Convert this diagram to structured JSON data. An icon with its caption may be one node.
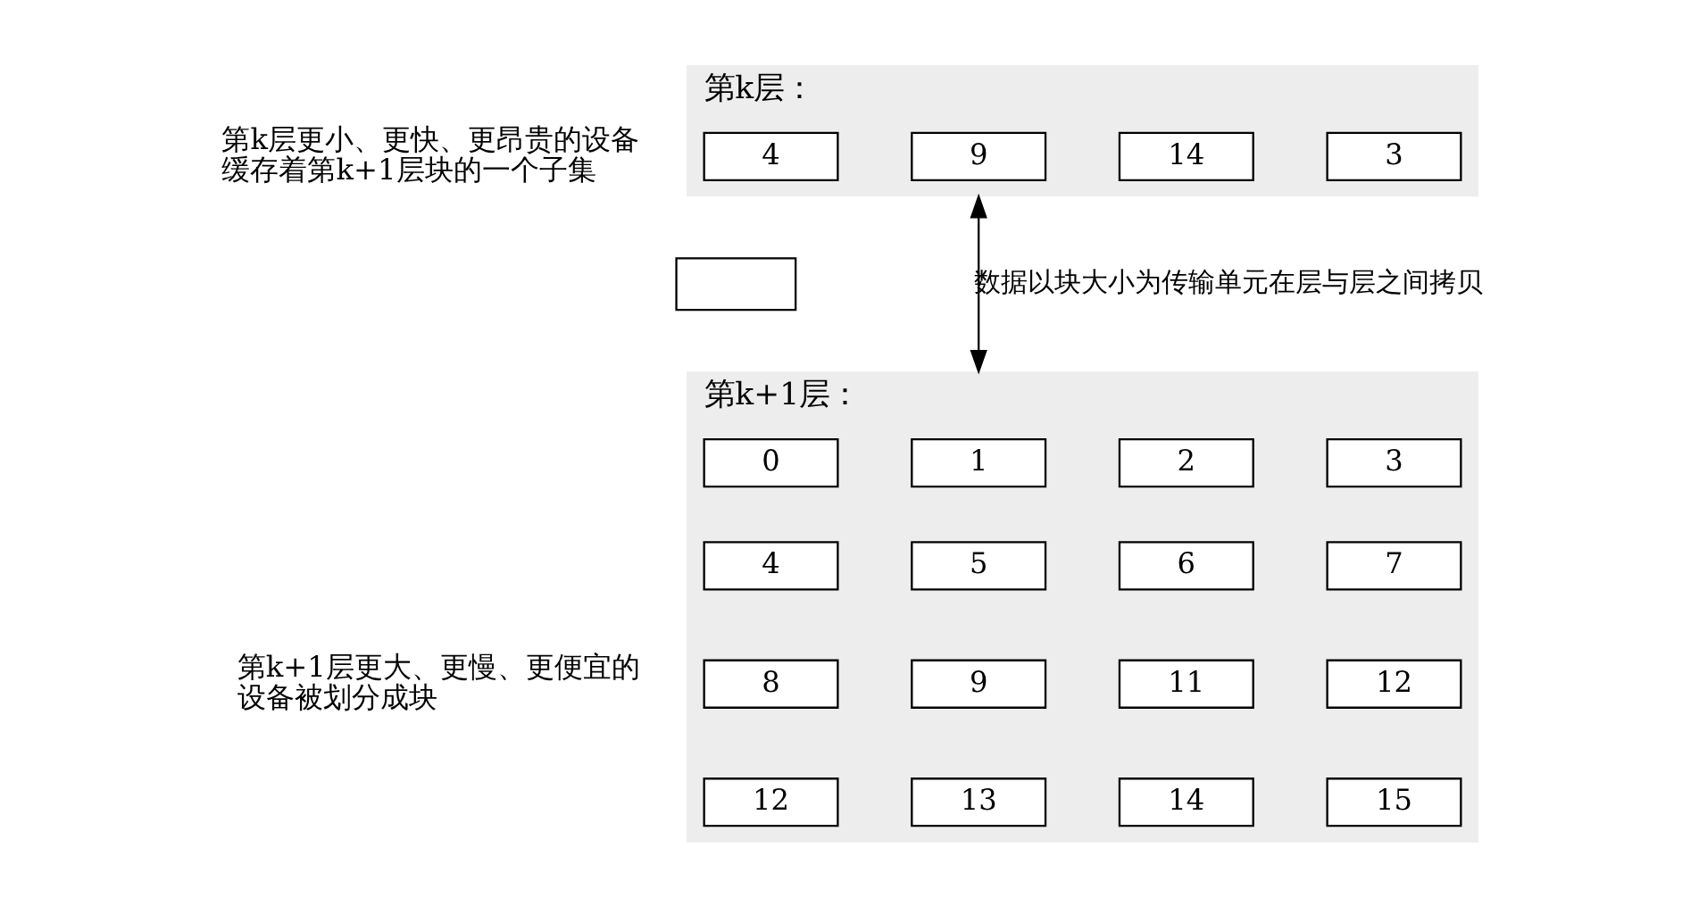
{
  "diagram": {
    "nodes": [
      {
        "text": [
          "第k层："
        ],
        "beside": [
          "第k层更小、更快、更昂贵的设备缓存着第k+1层块的一个子集"
        ]
      },
      {
        "text": [
          "4"
        ],
        "in": 0
      },
      {
        "text": [
          "9"
        ],
        "in": 0
      },
      {
        "text": [
          "14"
        ],
        "in": 0
      },
      {
        "text": [
          "3"
        ],
        "in": 0
      },
      {
        "text": [],
        "shape": "box"
      },
      {
        "text": [
          "第k+1层："
        ],
        "beside": [
          "第k+1层更大、更慢、更便宜的设备被划分成块"
        ]
      },
      {
        "text": [
          "0"
        ],
        "in": 6
      },
      {
        "text": [
          "1"
        ],
        "in": 6
      },
      {
        "text": [
          "2"
        ],
        "in": 6
      },
      {
        "text": [
          "3"
        ],
        "in": 6
      },
      {
        "text": [
          "4"
        ],
        "in": 6
      },
      {
        "text": [
          "5"
        ],
        "in": 6
      },
      {
        "text": [
          "6"
        ],
        "in": 6
      },
      {
        "text": [
          "7"
        ],
        "in": 6
      },
      {
        "text": [
          "8"
        ],
        "in": 6
      },
      {
        "text": [
          "9"
        ],
        "in": 6
      },
      {
        "text": [
          "11"
        ],
        "in": 6
      },
      {
        "text": [
          "12"
        ],
        "in": 6
      },
      {
        "text": [
          "12"
        ],
        "in": 6
      },
      {
        "text": [
          "13"
        ],
        "in": 6
      },
      {
        "text": [
          "14"
        ],
        "in": 6
      },
      {
        "text": [
          "15"
        ],
        "in": 6
      }
    ],
    "edges": [
      {
        "from": 0,
        "to": 6,
        "arrow": "both",
        "label": "数据以块大小为传输单元在层与层之间拷贝"
      }
    ]
  }
}
